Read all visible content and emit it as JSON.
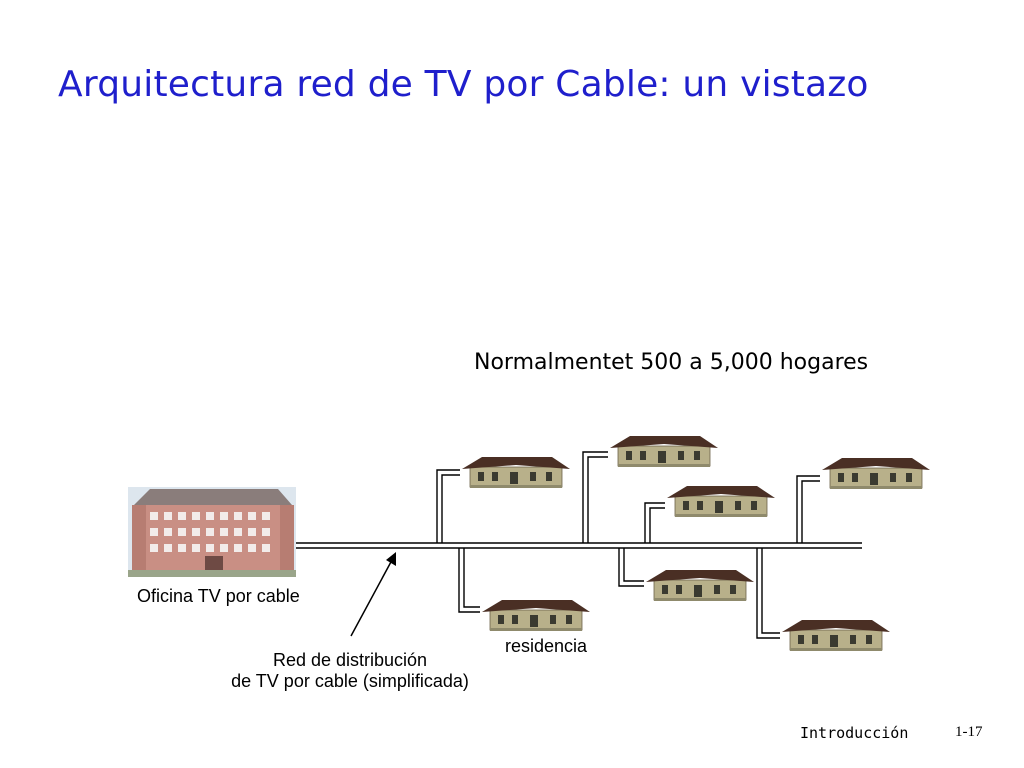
{
  "slide": {
    "title": "Arquitectura red de TV por Cable: un vistazo",
    "subtitle": "Normalmentet 500 a 5,000 hogares",
    "footer_section": "Introducción",
    "footer_page": "1-17"
  },
  "labels": {
    "headend": "Oficina TV por cable",
    "home": "residencia",
    "network_line1": "Red de distribución",
    "network_line2": "de TV por cable (simplificada)"
  },
  "colors": {
    "title": "#1f1fcc",
    "cable": "#000000",
    "roof": "#4a2f24",
    "wall": "#b8b08a",
    "building_wall": "#c98f84",
    "sky": "#dde6ee"
  }
}
